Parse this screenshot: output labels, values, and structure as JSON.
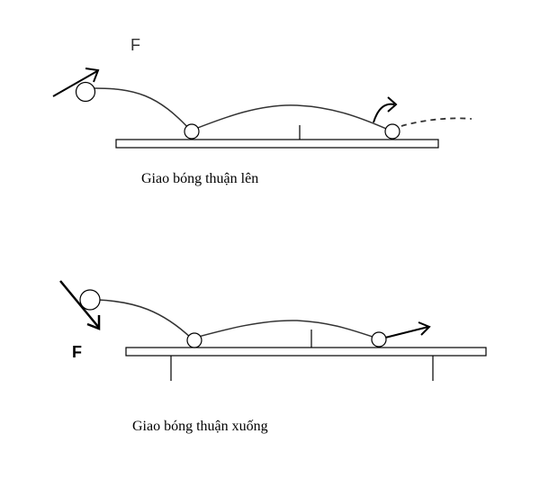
{
  "top_panel": {
    "force_label": "F",
    "caption": "Giao bóng thuận lên"
  },
  "bottom_panel": {
    "force_label": "F",
    "caption": "Giao bóng thuận xuống"
  },
  "colors": {
    "stroke": "#000000",
    "table_fill": "#ffffff",
    "curve": "#333333"
  }
}
